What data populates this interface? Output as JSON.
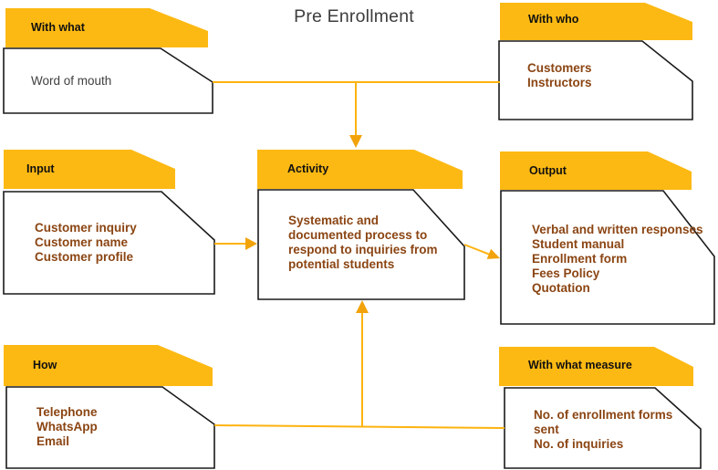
{
  "title": "Pre Enrollment",
  "colors": {
    "header_fill": "#FDB913",
    "connector": "#FDB30F",
    "arrowhead": "#F2A30B",
    "body_text": "#8B4513",
    "neutral_text": "#404040",
    "box_border": "#1A1A1A"
  },
  "nodes": {
    "with_what": {
      "header": "With what",
      "body": [
        "Word of mouth"
      ]
    },
    "with_who": {
      "header": "With who",
      "body": [
        "Customers",
        "Instructors"
      ]
    },
    "input": {
      "header": "Input",
      "body": [
        "Customer inquiry",
        "Customer name",
        "Customer profile"
      ]
    },
    "activity": {
      "header": "Activity",
      "body": [
        "Systematic and",
        "documented process to",
        "respond to inquiries from",
        "potential students"
      ]
    },
    "output": {
      "header": "Output",
      "body": [
        "Verbal and written responses",
        "Student manual",
        "Enrollment form",
        "Fees Policy",
        "Quotation"
      ]
    },
    "how": {
      "header": "How",
      "body": [
        "Telephone",
        "WhatsApp",
        "Email"
      ]
    },
    "with_what_measure": {
      "header": "With what measure",
      "body": [
        "No. of enrollment forms",
        "sent",
        "No. of inquiries"
      ]
    }
  }
}
